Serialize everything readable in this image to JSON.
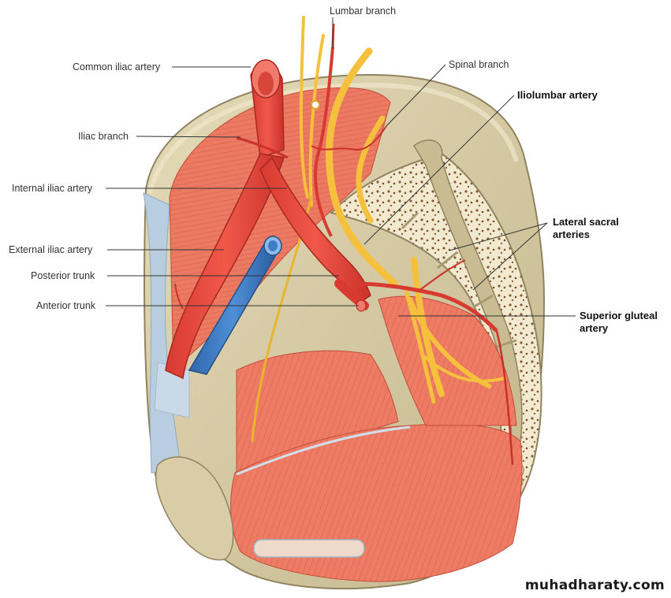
{
  "figure": {
    "subject": "Iliolumbar artery and branches of the internal iliac artery (pelvic wall, medial view)",
    "labels": {
      "lumbar_branch": "Lumbar branch",
      "common_iliac_artery": "Common iliac artery",
      "spinal_branch": "Spinal branch",
      "iliolumbar_artery": "Iliolumbar artery",
      "iliac_branch": "Iliac branch",
      "internal_iliac_artery": "Internal iliac artery",
      "lateral_sacral_arteries_line1": "Lateral sacral",
      "lateral_sacral_arteries_line2": "arteries",
      "external_iliac_artery": "External iliac artery",
      "posterior_trunk": "Posterior trunk",
      "anterior_trunk": "Anterior trunk",
      "superior_gluteal_artery_line1": "Superior gluteal",
      "superior_gluteal_artery_line2": "artery"
    },
    "colors": {
      "artery": "#e8483c",
      "artery_light": "#f27a6c",
      "vein": "#3d7ec9",
      "nerve": "#f5c13d",
      "muscle": "#ec7a62",
      "bone": "#cfc39b",
      "bone_light": "#ece3c4",
      "ligament": "#b9cde0",
      "leader_line": "#333333"
    }
  },
  "watermark": "muhadharaty.com"
}
